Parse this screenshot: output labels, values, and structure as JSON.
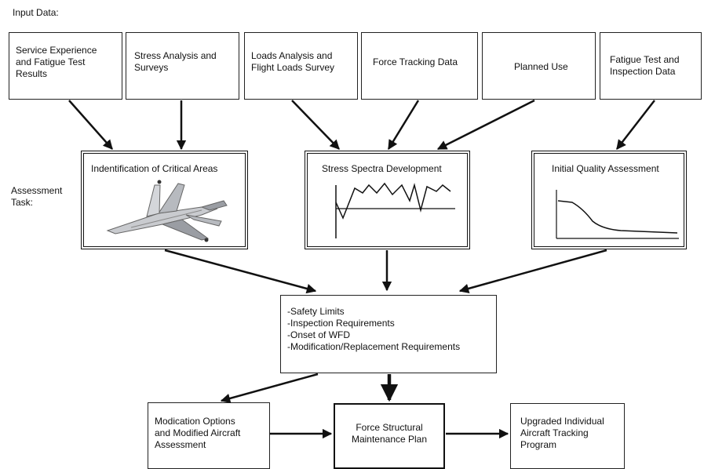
{
  "labels": {
    "input_data": "Input Data:",
    "assessment_task": "Assessment\nTask:"
  },
  "inputs": [
    "Service Experience\nand Fatigue Test\nResults",
    "Stress Analysis and\nSurveys",
    "Loads Analysis and\nFlight Loads Survey",
    "Force Tracking Data",
    "Planned Use",
    "Fatigue Test and\nInspection Data"
  ],
  "tasks": [
    "Indentification of Critical Areas",
    "Stress Spectra Development",
    "Initial Quality Assessment"
  ],
  "outputs": {
    "requirements": "-Safety Limits\n-Inspection Requirements\n-Onset of WFD\n-Modification/Replacement Requirements",
    "modification": "Modication Options\nand Modified Aircraft\nAssessment",
    "fsmp": "Force Structural\nMaintenance Plan",
    "tracking": "Upgraded Individual\nAircraft Tracking\nProgram"
  },
  "colors": {
    "line": "#111111",
    "aircraft_body": "#c9cbcf",
    "aircraft_shade": "#9a9da3"
  }
}
